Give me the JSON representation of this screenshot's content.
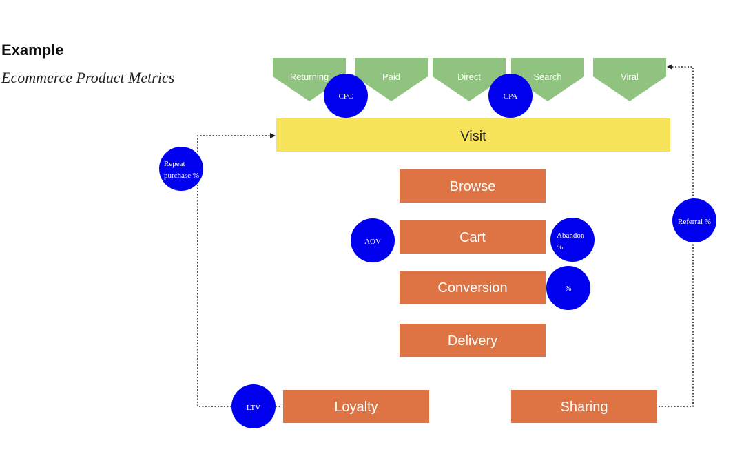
{
  "header": {
    "title": "Example",
    "subtitle": "Ecommerce Product Metrics"
  },
  "colors": {
    "channel": "#8fc37f",
    "visit": "#f7e45b",
    "stage": "#de7444",
    "metric": "#0000ee",
    "connector": "#222222"
  },
  "channels": [
    "Returning",
    "Paid",
    "Direct",
    "Search",
    "Viral"
  ],
  "visit": {
    "label": "Visit"
  },
  "funnel": [
    "Browse",
    "Cart",
    "Conversion",
    "Delivery"
  ],
  "bottom": {
    "loyalty": "Loyalty",
    "sharing": "Sharing"
  },
  "metrics": {
    "cpc": [
      "CPC"
    ],
    "cpa": [
      "CPA"
    ],
    "repeat": [
      "Repeat",
      "purchase %"
    ],
    "aov": [
      "AOV"
    ],
    "abandon": [
      "Abandon",
      "%"
    ],
    "conversion_rate": [
      "%"
    ],
    "referral": [
      "Referral %"
    ],
    "ltv": [
      "LTV"
    ]
  }
}
